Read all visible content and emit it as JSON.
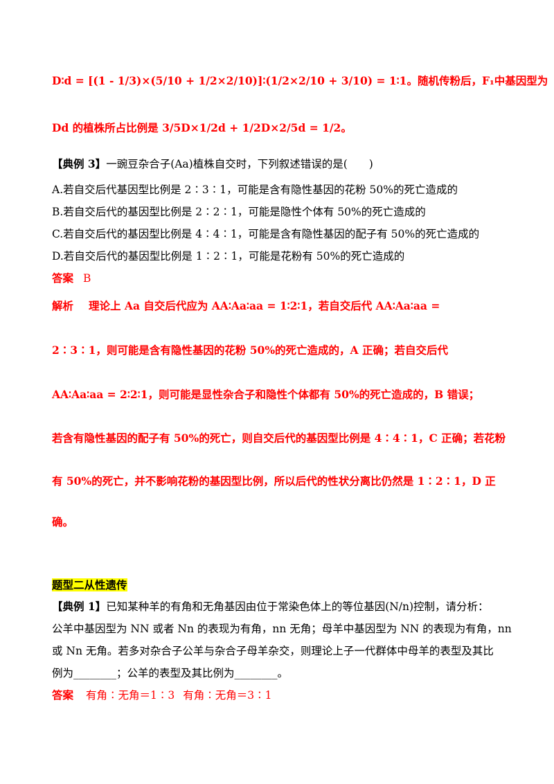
{
  "explanation_top": {
    "line1": "D∶d = [(1 - 1/3)×(5/10 + 1/2×2/10)]∶(1/2×2/10 + 3/10) = 1∶1。随机传粉后，F₁中基因型为",
    "line2": "Dd 的植株所占比例是 3/5D×1/2d + 1/2D×2/5d = 1/2。"
  },
  "example3": {
    "label": "【典例 3】",
    "question": "一豌豆杂合子(Aa)植株自交时，下列叙述错误的是(　　)",
    "options": [
      "A.若自交后代基因型比例是 2∶3∶1，可能是含有隐性基因的花粉 50%的死亡造成的",
      "B.若自交后代的基因型比例是 2∶2∶1，可能是隐性个体有 50%的死亡造成的",
      "C.若自交后代的基因型比例是 4∶4∶1，可能是含有隐性基因的配子有 50%的死亡造成的",
      "D.若自交后代的基因型比例是 1∶2∶1，可能是花粉有 50%的死亡造成的"
    ],
    "answer_label": "答案",
    "answer_value": "B",
    "analysis_label": "解析",
    "analysis_lines": [
      "理论上 Aa 自交后代应为 AA∶Aa∶aa = 1∶2∶1，若自交后代 AA∶Aa∶aa =",
      "2∶3∶1，则可能是含有隐性基因的花粉 50%的死亡造成的，A 正确；若自交后代",
      "AA∶Aa∶aa = 2∶2∶1，则可能是显性杂合子和隐性个体都有 50%的死亡造成的，B 错误；",
      "若含有隐性基因的配子有 50%的死亡，则自交后代的基因型比例是 4∶4∶1，C 正确；若花粉",
      "有 50%的死亡，并不影响花粉的基因型比例，所以后代的性状分离比仍然是 1∶2∶1，D 正",
      "确。"
    ]
  },
  "section2": {
    "heading": "题型二从性遗传",
    "example_label": "【典例 1】",
    "question_lines": [
      "已知某种羊的有角和无角基因由位于常染色体上的等位基因(N/n)控制，请分析：",
      "公羊中基因型为 NN 或者 Nn 的表现为有角，nn 无角；母羊中基因型为 NN 的表现为有角，nn",
      "或 Nn 无角。若多对杂合子公羊与杂合子母羊杂交，则理论上子一代群体中母羊的表型及其比",
      "例为________；公羊的表型及其比例为________。"
    ],
    "answer_label": "答案",
    "answer_part1": "有角∶无角＝1∶3",
    "answer_part2": "有角∶无角＝3∶1"
  }
}
